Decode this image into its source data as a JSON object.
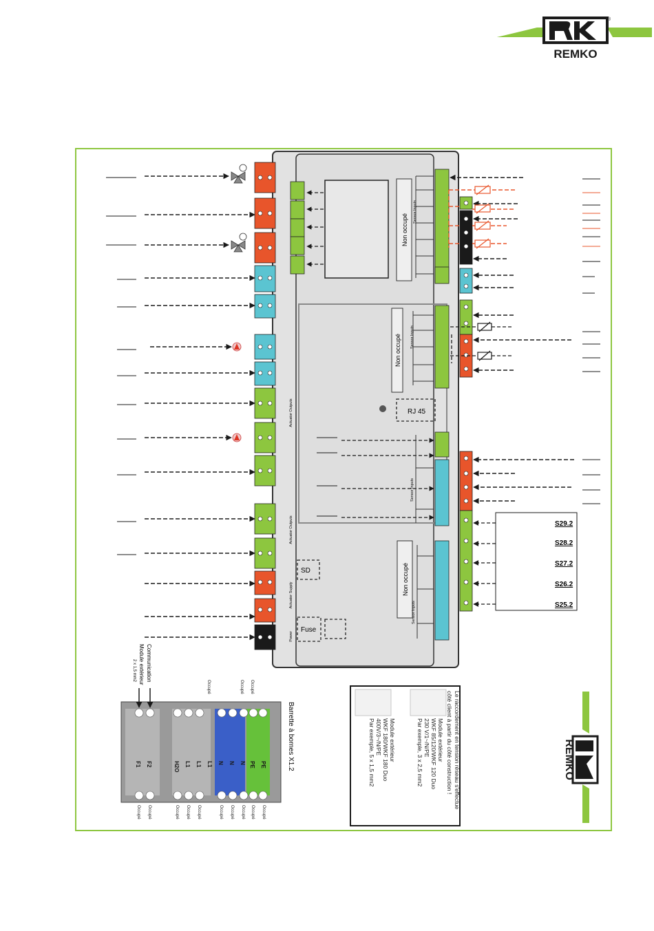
{
  "brand": {
    "name": "REMKO",
    "accent": "#8dc63f",
    "dark": "#1a1a1a"
  },
  "colors": {
    "green": "#8dc63f",
    "orange": "#e8552b",
    "blue": "#5bc4d1",
    "black": "#1a1a1a",
    "board": "#e2e2e2",
    "legend_red": "#e8552b"
  },
  "labels": {
    "non_occupe": "Non occupé",
    "rj45": "RJ 45",
    "sd": "SD",
    "fuse": "Fuse",
    "sensor_inputs": "Sensor Inputs",
    "actuator_outputs": "Actuator Outputs",
    "actuator_supply": "Actuator Supply",
    "power": "Power"
  },
  "sensors": [
    "S29.2",
    "S28.2",
    "S27.2",
    "S26.2",
    "S25.2"
  ],
  "terminal_strip": {
    "title": "Barrette à bornes X1.2",
    "communication": "Communication",
    "module": "Module extérieur",
    "cable": "2 x 1,5 mm2",
    "terminals": [
      "F1",
      "F2",
      "H2O",
      "L1",
      "L1",
      "L1",
      "N",
      "N",
      "N",
      "PE",
      "PE"
    ],
    "occupe": "Occupé"
  },
  "info_box": {
    "line1": "Le raccordement en tension réseau s'effectue",
    "line2": "côté client à partir du côté construction !",
    "m1_title": "Module extérieur",
    "m1_model": "WKF 85/120/WKF 120 Duo",
    "m1_volt": "230 V/1~/N/PE",
    "m1_cable": "Par exemple, 3 x 2,5 mm2",
    "m2_title": "Module extérieur",
    "m2_model": "WKF 180/WKF 180 Duo",
    "m2_volt": "400V/3~/N/PE",
    "m2_cable": "Par exemple, 5 x 1,5 mm2"
  }
}
